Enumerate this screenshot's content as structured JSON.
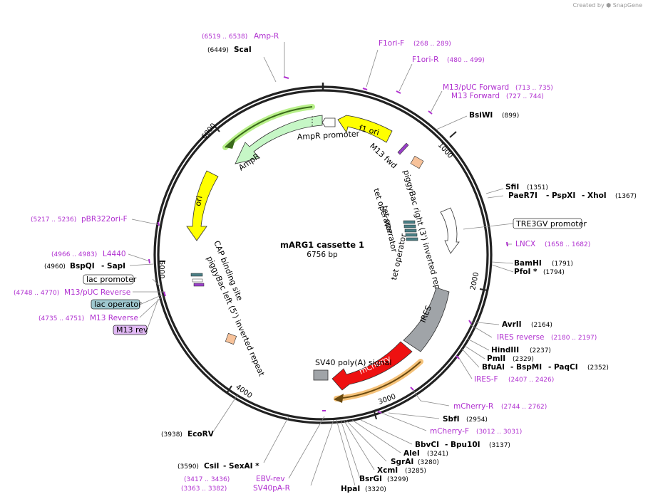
{
  "credit": {
    "created_by": "Created by",
    "brand": "SnapGene"
  },
  "plasmid": {
    "name": "mARG1 cassette 1",
    "size": "6756 bp",
    "length": 6756
  },
  "ticks": [
    "1000",
    "2000",
    "3000",
    "4000",
    "5000",
    "6000"
  ],
  "sites": {
    "scai": {
      "pos": "(6449)",
      "name": "ScaI"
    },
    "bsiwi": {
      "name": "BsiWI",
      "pos": "(899)"
    },
    "sfii": {
      "name": "SfiI",
      "pos": "(1351)"
    },
    "paer7i": {
      "name": "PaeR7I",
      "name2": "PspXI",
      "name3": "XhoI",
      "pos": "(1367)"
    },
    "bamhi": {
      "name": "BamHI",
      "pos": "(1791)"
    },
    "pfoi": {
      "name": "PfoI *",
      "pos": "(1794)"
    },
    "avrii": {
      "name": "AvrII",
      "pos": "(2164)"
    },
    "hindiii": {
      "name": "HindIII",
      "pos": "(2237)"
    },
    "pmli": {
      "name": "PmlI",
      "pos": "(2329)"
    },
    "bfuai": {
      "name": "BfuAI",
      "name2": "BspMI",
      "name3": "PaqCI",
      "pos": "(2352)"
    },
    "sbfi": {
      "name": "SbfI",
      "pos": "(2954)"
    },
    "bbvci": {
      "name": "BbvCI",
      "name2": "Bpu10I",
      "pos": "(3137)"
    },
    "alei": {
      "name": "AleI",
      "pos": "(3241)"
    },
    "sgrai": {
      "name": "SgrAI",
      "pos": "(3280)"
    },
    "xcmi": {
      "name": "XcmI",
      "pos": "(3285)"
    },
    "bsrgi": {
      "name": "BsrGI",
      "pos": "(3299)"
    },
    "hpai": {
      "name": "HpaI",
      "pos": "(3320)"
    },
    "csii": {
      "pos": "(3590)",
      "name": "CsiI",
      "name2": "SexAI *"
    },
    "ecorv": {
      "pos": "(3938)",
      "name": "EcoRV"
    },
    "bspqi": {
      "pos": "(4960)",
      "name": "BspQI",
      "name2": "SapI"
    }
  },
  "primers": {
    "ampr": {
      "pos": "(6519 .. 6538)",
      "name": "Amp-R"
    },
    "f1orif": {
      "name": "F1ori-F",
      "pos": "(268 .. 289)"
    },
    "f1orir": {
      "name": "F1ori-R",
      "pos": "(480 .. 499)"
    },
    "m13puc_fwd": {
      "name": "M13/pUC Forward",
      "pos": "(713 .. 735)"
    },
    "m13_fwd": {
      "name": "M13 Forward",
      "pos": "(727 .. 744)"
    },
    "lncx": {
      "name": "LNCX",
      "pos": "(1658 .. 1682)"
    },
    "ires_rev": {
      "name": "IRES reverse",
      "pos": "(2180 .. 2197)"
    },
    "iresf": {
      "name": "IRES-F",
      "pos": "(2407 .. 2426)"
    },
    "mcherryr": {
      "name": "mCherry-R",
      "pos": "(2744 .. 2762)"
    },
    "mcherryf": {
      "name": "mCherry-F",
      "pos": "(3012 .. 3031)"
    },
    "ebvrev": {
      "pos": "(3417 .. 3436)",
      "name": "EBV-rev"
    },
    "sv40pa": {
      "pos": "(3363 .. 3382)",
      "name": "SV40pA-R"
    },
    "m13rev_long": {
      "pos": "(4735 .. 4751)",
      "name": "M13 Reverse"
    },
    "m13puc_rev": {
      "pos": "(4748 .. 4770)",
      "name": "M13/pUC Reverse"
    },
    "l4440": {
      "pos": "(4966 .. 4983)",
      "name": "L4440"
    },
    "pbr322": {
      "pos": "(5217 .. 5236)",
      "name": "pBR322ori-F"
    }
  },
  "boxed": {
    "tre3gv": "TRE3GV promoter",
    "lac_promoter": "lac promoter",
    "lac_operator": "lac operator",
    "m13rev": "M13 rev"
  },
  "features": {
    "f1ori": "f1 ori",
    "ampr_promoter": "AmpR promoter",
    "ampr": "AmpR",
    "ori": "ori",
    "m13fwd": "M13 fwd",
    "pb_right": "piggyBac right (3') inverted repeat",
    "tet_op1": "tet operator",
    "tet_op2": "tet operator",
    "tet_op3": "tet operator",
    "ires": "IRES",
    "mcherry": "mCherry",
    "sv40": "SV40 poly(A) signal",
    "pb_left": "piggyBac left (5') inverted repeat",
    "cap": "CAP binding site"
  },
  "colors": {
    "backbone": "#222222",
    "ampr": "#c6f7c6",
    "ori": "#ffff00",
    "f1ori": "#ffff00",
    "ires": "#a0a4a8",
    "mcherry": "#ee1111",
    "primer": "#b030d0",
    "tet": "#4a7f86",
    "repeat": "#f7c29a",
    "orf_highlight_green": "#b8f08a",
    "orf_highlight_orange": "#f5c27a"
  }
}
